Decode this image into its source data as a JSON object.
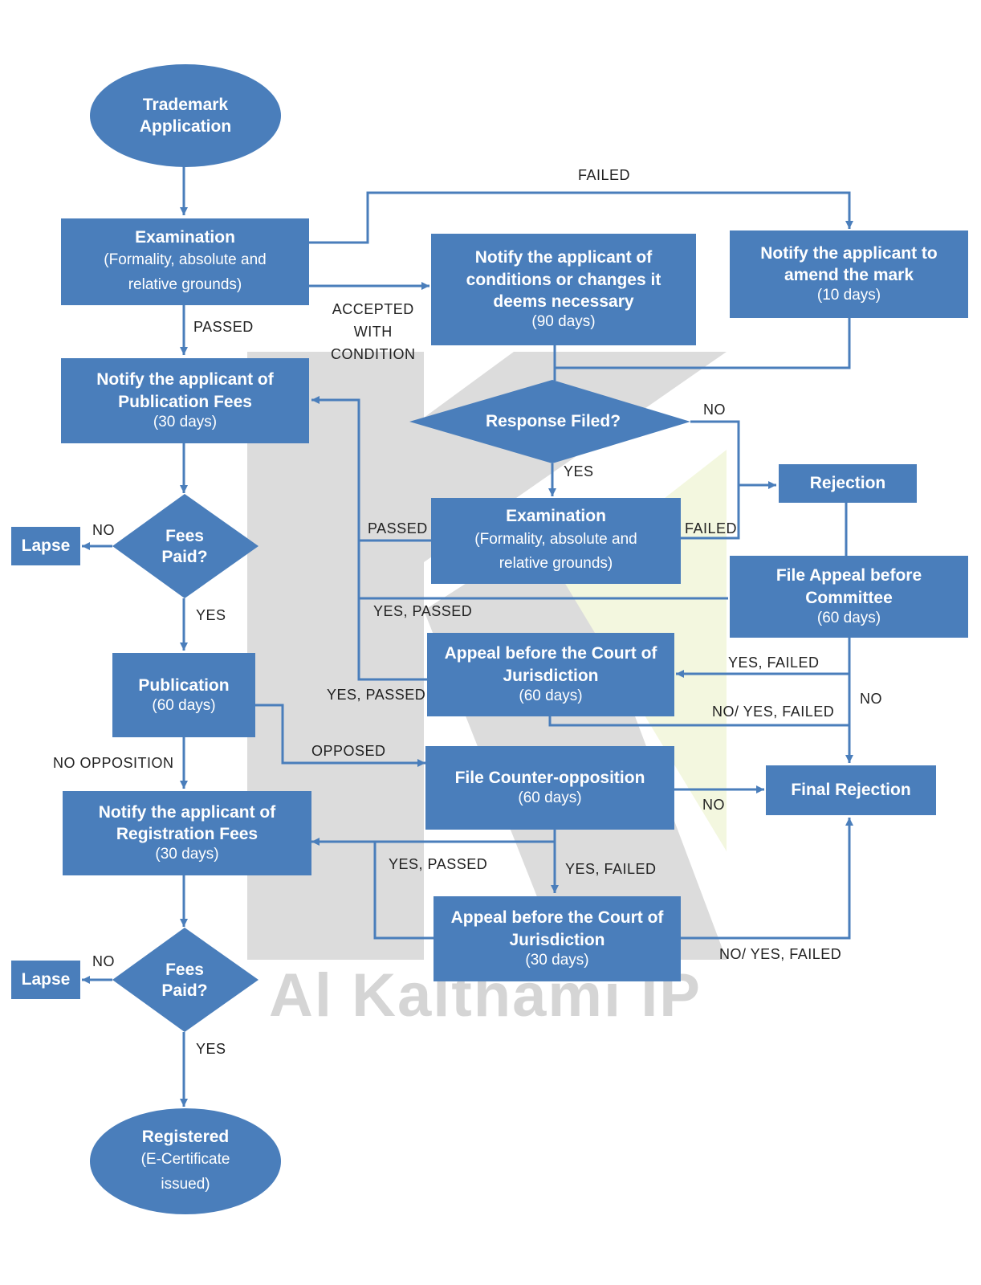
{
  "nodes": {
    "trademark_application": {
      "title": "Trademark Application"
    },
    "examination_1": {
      "title": "Examination",
      "sub": "(Formality, absolute and relative grounds)"
    },
    "notify_conditions": {
      "title": "Notify the applicant of conditions or changes it deems necessary",
      "sub": "(90 days)"
    },
    "notify_amend": {
      "title": "Notify the applicant to amend the mark",
      "sub": "(10 days)"
    },
    "notify_publication_fees": {
      "title": "Notify the applicant of Publication Fees",
      "sub": "(30 days)"
    },
    "response_filed": {
      "title": "Response Filed?"
    },
    "rejection": {
      "title": "Rejection"
    },
    "fees_paid_1": {
      "title": "Fees Paid?"
    },
    "lapse_1": {
      "title": "Lapse"
    },
    "examination_2": {
      "title": "Examination",
      "sub": "(Formality, absolute and relative grounds)"
    },
    "file_appeal_committee": {
      "title": "File Appeal before Committee",
      "sub": "(60 days)"
    },
    "appeal_court_1": {
      "title": "Appeal before the Court of Jurisdiction",
      "sub": "(60 days)"
    },
    "publication": {
      "title": "Publication",
      "sub": "(60 days)"
    },
    "file_counter_opposition": {
      "title": "File Counter-opposition",
      "sub": "(60 days)"
    },
    "final_rejection": {
      "title": "Final Rejection"
    },
    "notify_registration_fees": {
      "title": "Notify the applicant of Registration Fees",
      "sub": "(30 days)"
    },
    "appeal_court_2": {
      "title": "Appeal before the Court of Jurisdiction",
      "sub": "(30 days)"
    },
    "fees_paid_2": {
      "title": "Fees Paid?"
    },
    "lapse_2": {
      "title": "Lapse"
    },
    "registered": {
      "title": "Registered",
      "sub": "(E-Certificate issued)"
    }
  },
  "edge_labels": {
    "failed_top": "FAILED",
    "passed_1": "PASSED",
    "accepted_with_condition": "ACCEPTED\nWITH\nCONDITION",
    "no_response": "NO",
    "yes_response": "YES",
    "passed_2": "PASSED",
    "failed_2": "FAILED",
    "no_fees_1": "NO",
    "yes_fees_1": "YES",
    "yes_passed_committee": "YES, PASSED",
    "yes_failed_committee": "YES, FAILED",
    "no_committee": "NO",
    "yes_passed_court1": "YES, PASSED",
    "no_yes_failed_court1": "NO/ YES, FAILED",
    "no_opposition": "NO OPPOSITION",
    "opposed": "OPPOSED",
    "no_counter": "NO",
    "yes_passed_counter": "YES, PASSED",
    "yes_failed_counter": "YES, FAILED",
    "no_yes_failed_court2": "NO/ YES, FAILED",
    "no_fees_2": "NO",
    "yes_fees_2": "YES"
  },
  "watermark": "Al Kalthami IP",
  "colors": {
    "node_fill": "#4a7ebb",
    "line": "#4a7ebb",
    "watermark": "#e0e0e0"
  }
}
